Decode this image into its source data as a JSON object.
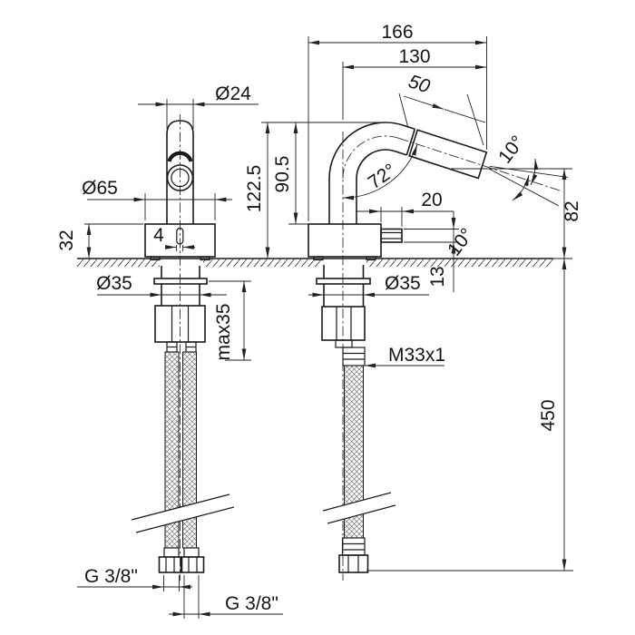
{
  "style": {
    "background": "#ffffff",
    "line_color": "#1a1a1a",
    "dim_line_color": "#222222"
  },
  "dimensions": {
    "total_reach": "166",
    "spout_reach": "130",
    "aerator_length": "50",
    "spout_diameter": "Ø24",
    "total_height": "122.5",
    "spout_height": "90.5",
    "base_diameter": "Ø65",
    "base_height": "32",
    "lever_slot": "4",
    "spout_angle": "72°",
    "lever_length": "20",
    "tilt_up": "10°",
    "tilt_down": "10°",
    "outlet_height": "82",
    "shank_front": "Ø35",
    "shank_side": "Ø35",
    "flange_depth": "13",
    "max_counter": "max35",
    "shank_thread": "M33x1",
    "hose_length": "450",
    "hose_thread_1": "G 3/8\"",
    "hose_thread_2": "G 3/8\""
  }
}
